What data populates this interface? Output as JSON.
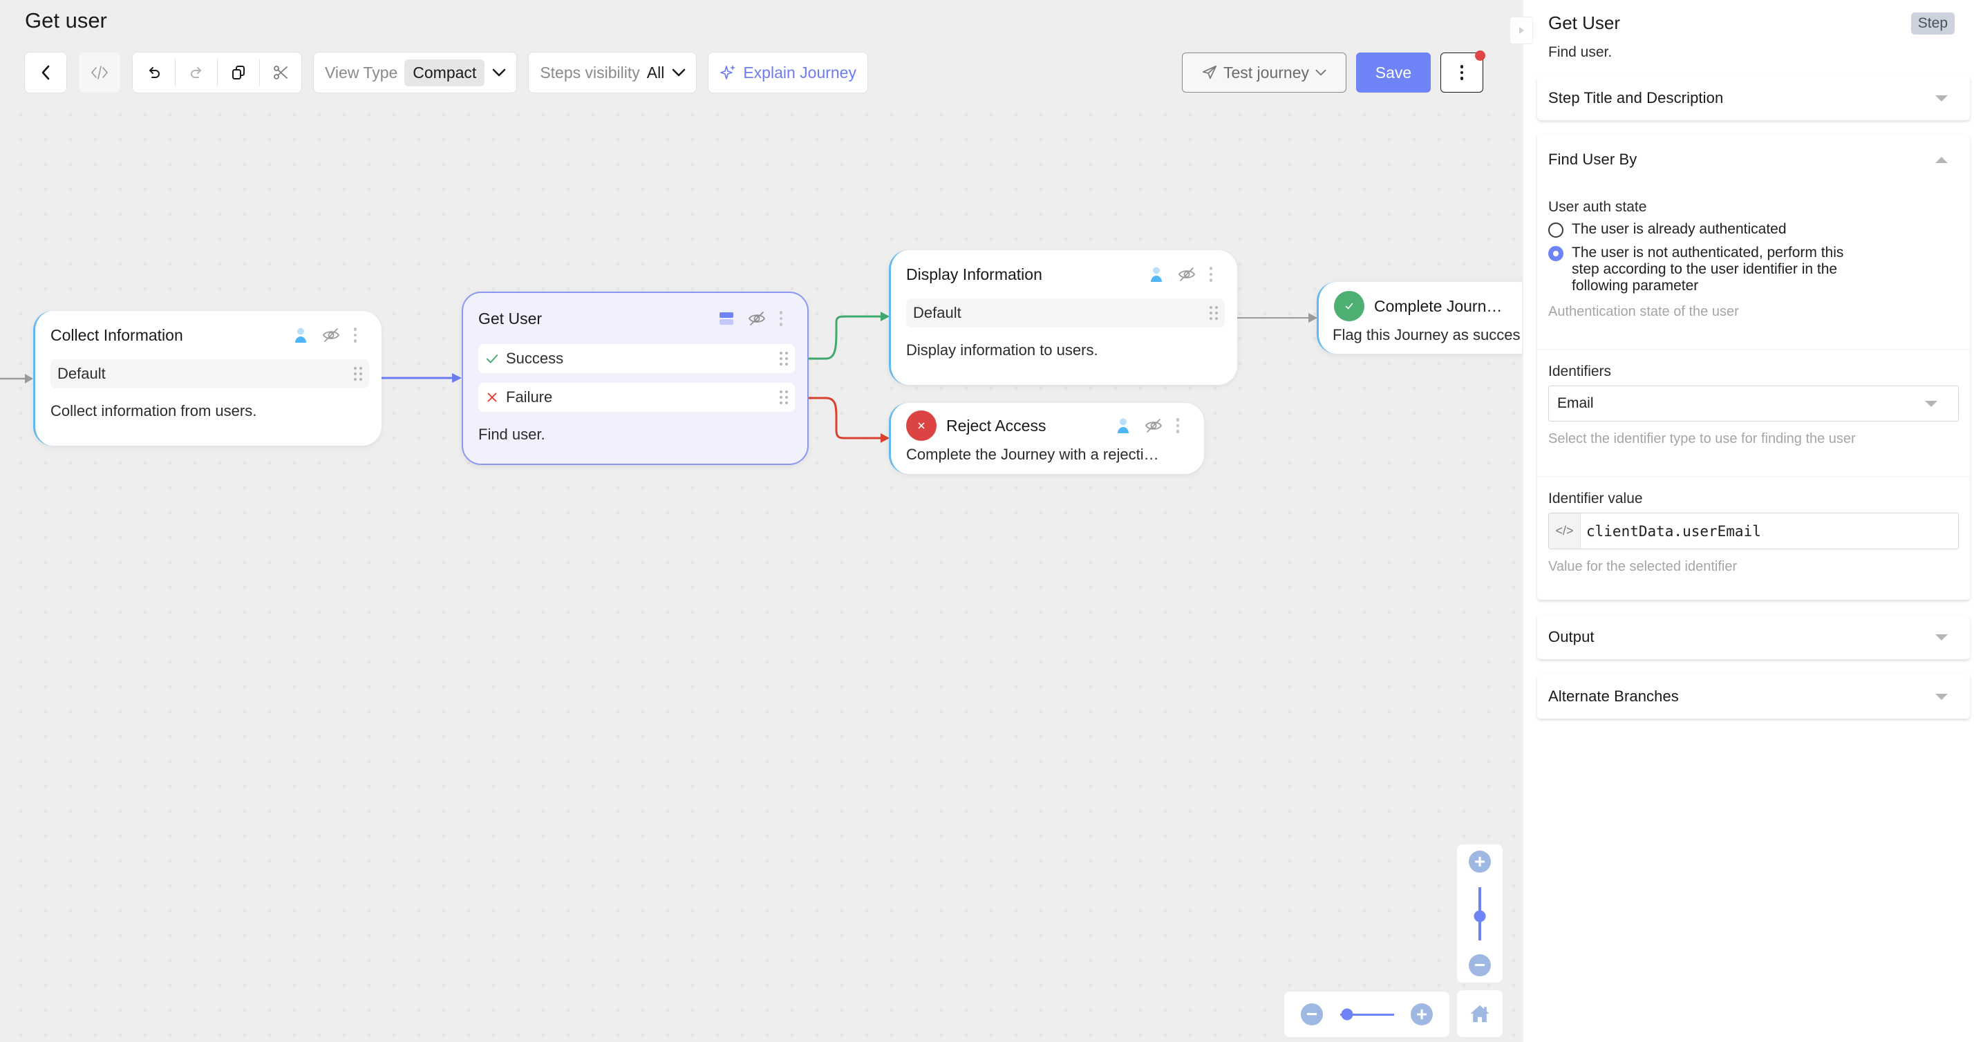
{
  "page": {
    "title": "Get user"
  },
  "toolbar": {
    "back_label": "back-arrow",
    "code_label": "</>",
    "undo_label": "undo",
    "redo_label": "redo",
    "copy_label": "copy",
    "cut_label": "cut",
    "view_type": {
      "label": "View Type",
      "value": "Compact"
    },
    "steps_visibility": {
      "label": "Steps visibility",
      "value": "All"
    },
    "explain_journey": "Explain Journey",
    "test_journey": "Test journey",
    "save": "Save",
    "more_label": "more-options"
  },
  "canvas": {
    "nodes": [
      {
        "id": "collect",
        "title": "Collect Information",
        "port": "Default",
        "description": "Collect information from users.",
        "accent": "#62b8f0",
        "icons": [
          "user-icon",
          "eye-off-icon",
          "kebab-icon"
        ]
      },
      {
        "id": "getuser",
        "title": "Get User",
        "description": "Find user.",
        "selected": true,
        "branches": [
          {
            "label": "Success",
            "status": "success"
          },
          {
            "label": "Failure",
            "status": "failure"
          }
        ],
        "accent": "#6c7cf0",
        "icons": [
          "toggle-rows-icon",
          "eye-off-icon",
          "kebab-icon"
        ]
      },
      {
        "id": "display",
        "title": "Display Information",
        "port": "Default",
        "description": "Display information to users.",
        "accent": "#62b8f0",
        "icons": [
          "user-icon",
          "eye-off-icon",
          "kebab-icon"
        ]
      },
      {
        "id": "reject",
        "title": "Reject Access",
        "description": "Complete the Journey with a rejecti…",
        "badge": "x-circle-icon",
        "accent": "#62b8f0",
        "icons": [
          "user-icon",
          "eye-off-icon",
          "kebab-icon"
        ]
      },
      {
        "id": "complete",
        "title": "Complete Journ…",
        "description": "Flag this Journey as succes",
        "badge": "check-circle-icon",
        "accent": "#62b8f0",
        "icons": []
      }
    ],
    "edge_colors": {
      "primary": "#6c7cf0",
      "success": "#3da96a",
      "failure": "#d9402e",
      "neutral": "#9a9a9a"
    },
    "zoom_controls": {
      "zoom_in": "+",
      "zoom_out": "−",
      "fit_label": "home-icon"
    }
  },
  "panel": {
    "title": "Get User",
    "chip": "Step",
    "subtitle": "Find user.",
    "sections": [
      {
        "id": "step-title-desc",
        "title": "Step Title and Description",
        "expanded": false
      },
      {
        "id": "find-user-by",
        "title": "Find User By",
        "expanded": true
      },
      {
        "id": "output",
        "title": "Output",
        "expanded": false
      },
      {
        "id": "alternate-branches",
        "title": "Alternate Branches",
        "expanded": false
      }
    ],
    "find_user_by": {
      "auth_state_label": "User auth state",
      "options": [
        {
          "label": "The user is already authenticated",
          "checked": false
        },
        {
          "label": "The user is not authenticated, perform this step according to the user identifier in the following parameter",
          "checked": true
        }
      ],
      "auth_hint": "Authentication state of the user",
      "identifiers_label": "Identifiers",
      "identifiers_value": "Email",
      "identifiers_hint": "Select the identifier type to use for finding the user",
      "identifier_value_label": "Identifier value",
      "identifier_value": "clientData.userEmail",
      "identifier_value_hint": "Value for the selected identifier"
    }
  }
}
